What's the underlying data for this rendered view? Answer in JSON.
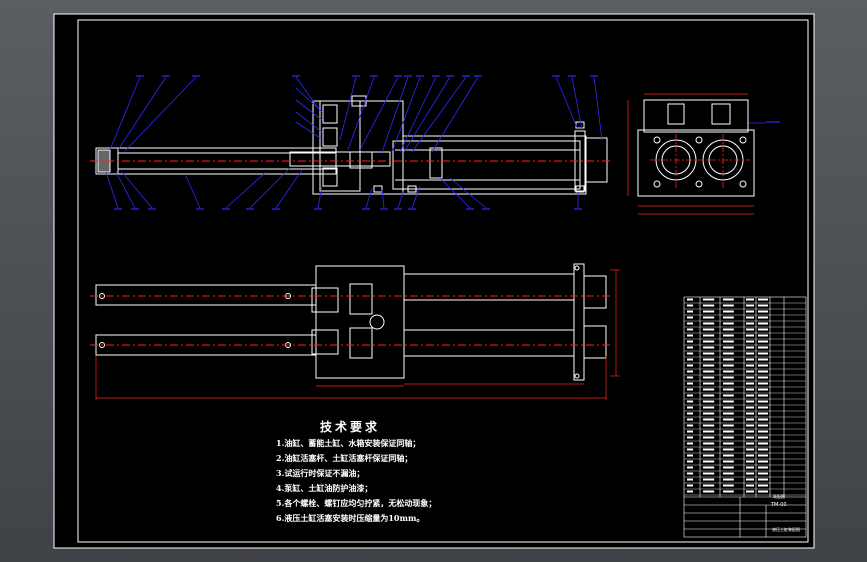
{
  "notes": {
    "title": "技术要求",
    "items": [
      "1.油缸、蓄能土缸、水箱安装保证同轴；",
      "2.油缸活塞杆、土缸活塞杆保证同轴；",
      "3.试运行时保证不漏油；",
      "4.泵缸、土缸油防护油漆；",
      "5.各个螺栓、螺钉应均匀拧紧，无松动现象；",
      "6.液压土缸活塞安装时压缩量为10mm。"
    ]
  },
  "title_block": {
    "drawing_code": "TM-00",
    "name": "液压土缸装配图",
    "part_label": "装配图"
  },
  "colors": {
    "background": "#000000",
    "outline": "#ffffff",
    "leader": "#2b2bff",
    "centerline": "#ff2020",
    "dimension": "#ff2020",
    "window": "#4a4d52"
  }
}
